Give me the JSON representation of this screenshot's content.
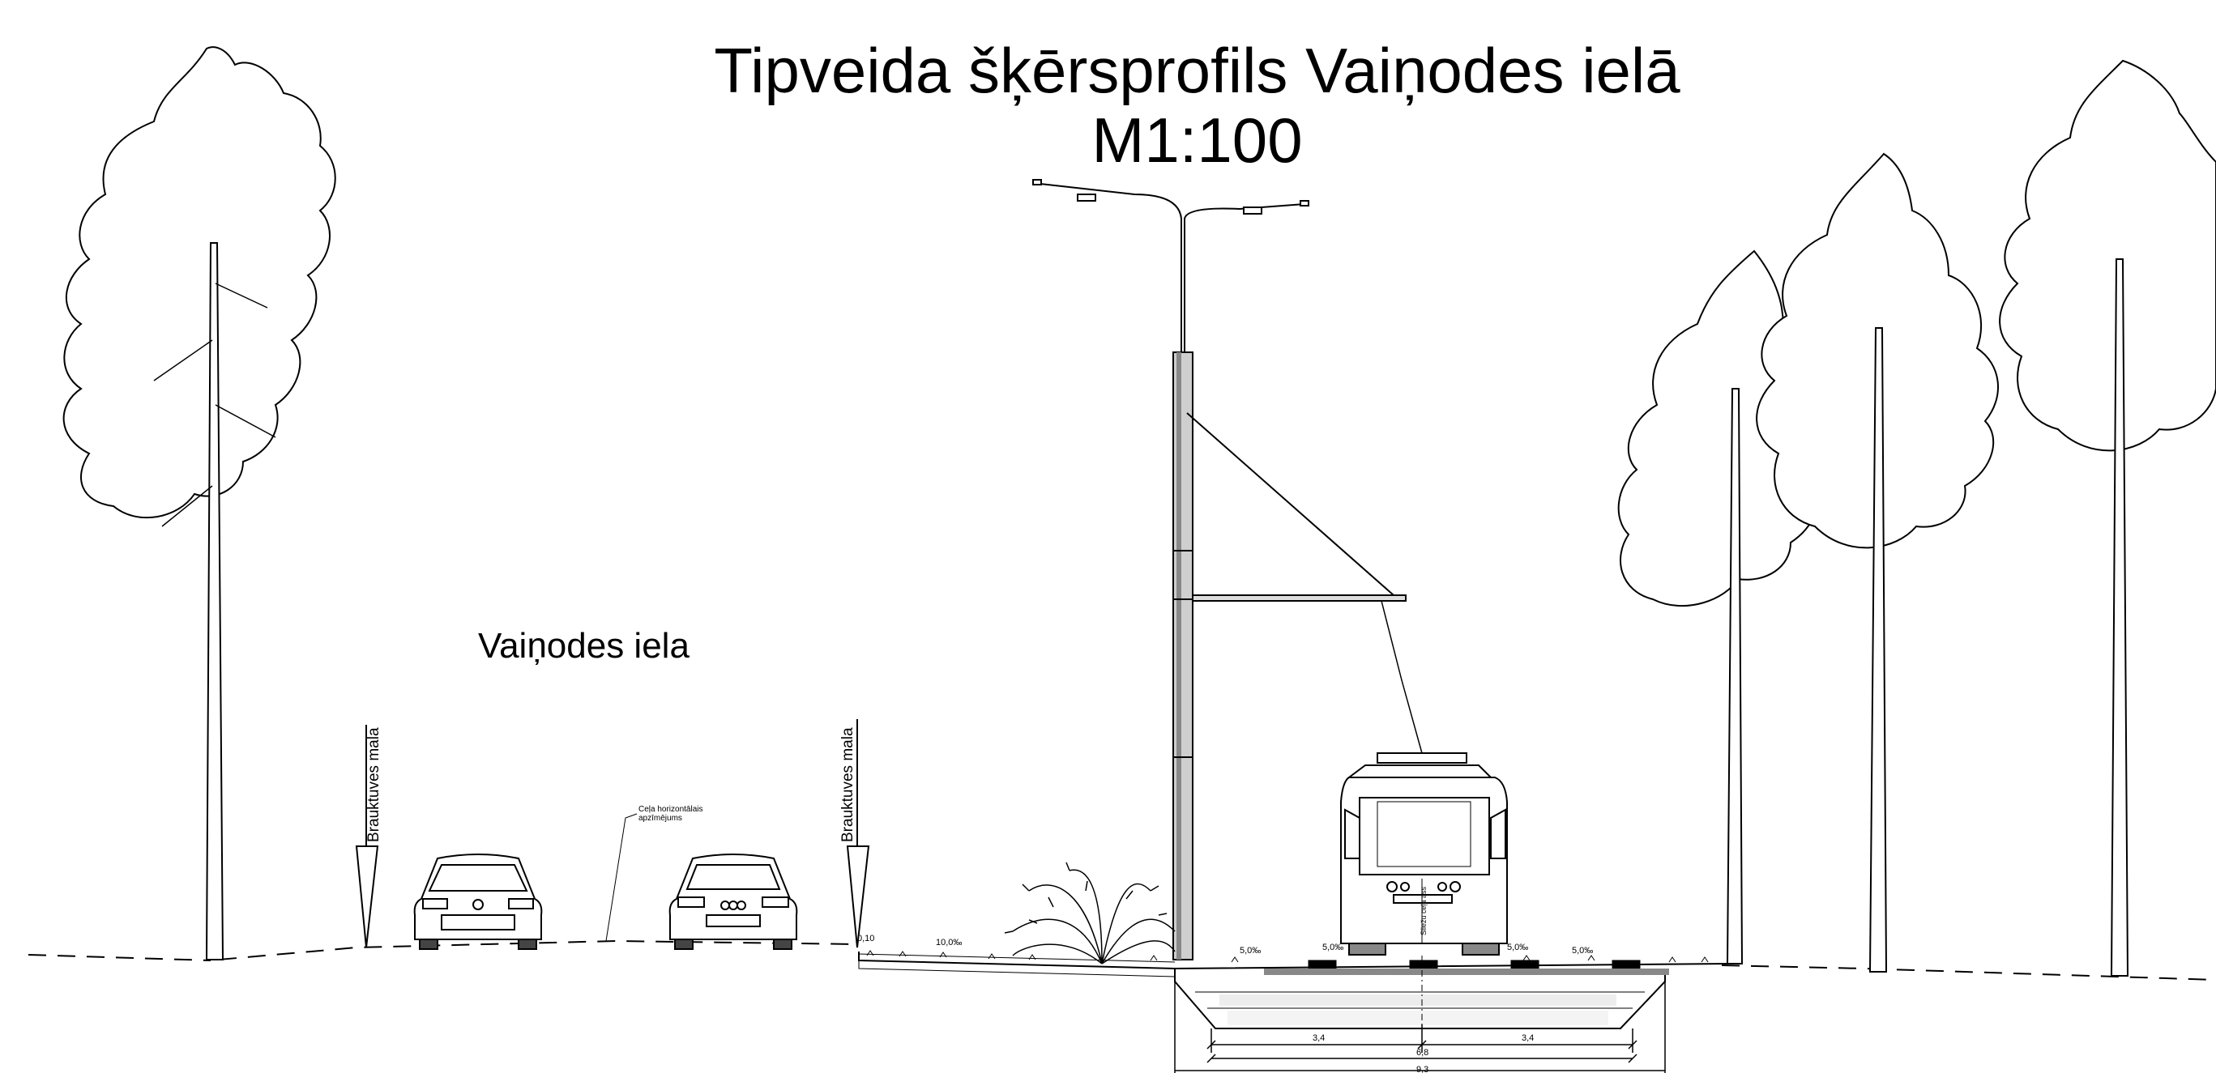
{
  "title": "Tipveida šķērsprofils Vaiņodes ielā",
  "scale": "M1:100",
  "street_name": "Vaiņodes iela",
  "labels": {
    "carriageway_edge_left": "Brauktuves mala",
    "carriageway_edge_right": "Brauktuves mala",
    "road_marking_line1": "Ceļa horizontālais",
    "road_marking_line2": "apzīmējums",
    "tram_axis": "Sliežu ceļa ass"
  },
  "slopes": {
    "sidewalk": "10,0‰",
    "track_1": "5,0‰",
    "track_2": "5,0‰",
    "track_3": "5,0‰",
    "track_4": "5,0‰",
    "curb": "0,10"
  },
  "dimensions": {
    "left_half": "3,4",
    "right_half": "3,4",
    "total": "6,8",
    "bottom": "9,3"
  },
  "icons": [
    "pine-tree-icon",
    "car-front-icon",
    "car-rear-icon",
    "street-light-icon",
    "tram-front-icon",
    "shrub-icon"
  ]
}
